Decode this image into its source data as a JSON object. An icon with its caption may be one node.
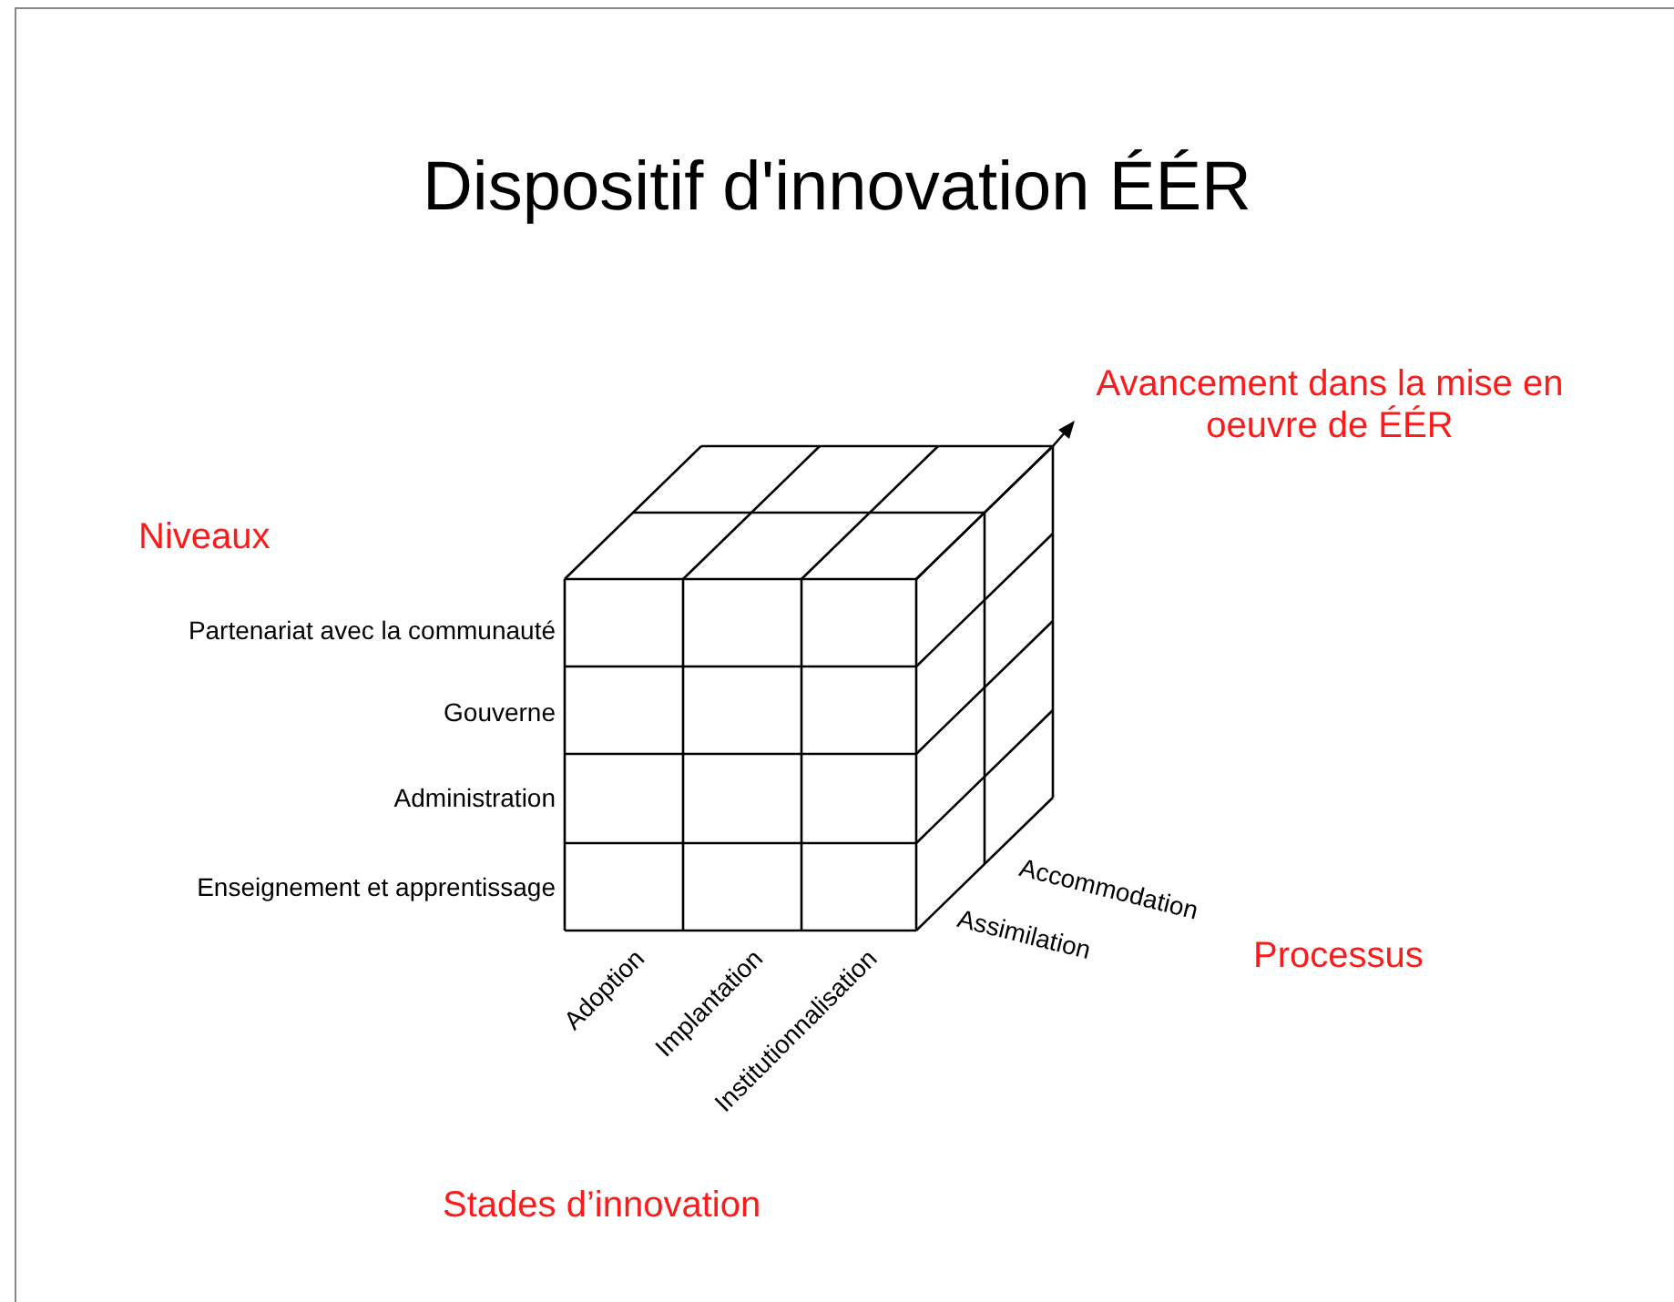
{
  "diagram": {
    "title": "Dispositif d'innovation ÉÉR",
    "labels": [
      "Avancement dans la mise en oeuvre de ÉÉR",
      "Niveaux",
      "Partenariat avec la communauté",
      "Gouverne",
      "Administration",
      "Enseignement et apprentissage",
      "Accommodation",
      "Processus",
      "Assimilation",
      "Adoption",
      "Implantation",
      "Institutionnalisation",
      "Stades d’innovation"
    ]
  }
}
